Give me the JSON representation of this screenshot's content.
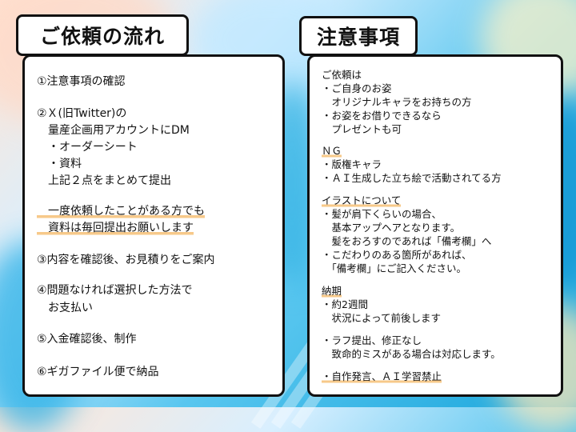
{
  "left": {
    "title": "ご依頼の流れ",
    "steps": [
      "①注意事項の確認",
      "②Ｘ(旧Twitter)の",
      "　量産企画用アカウントにDM",
      "　・オーダーシート",
      "　・資料",
      "　上記２点をまとめて提出",
      "　一度依頼したことがある方でも",
      "　資料は毎回提出お願いします",
      "③内容を確認後、お見積りをご案内",
      "④問題なければ選択した方法で",
      "　お支払い",
      "⑤入金確認後、制作",
      "⑥ギガファイル便で納品"
    ]
  },
  "right": {
    "title": "注意事項",
    "lines": [
      "ご依頼は",
      "・ご自身のお姿",
      "　オリジナルキャラをお持ちの方",
      "・お姿をお借りできるなら",
      "　プレゼントも可",
      "ＮＧ",
      "・版権キャラ",
      "・ＡＩ生成した立ち絵で活動されてる方",
      "イラストについて",
      "・髪が肩下くらいの場合、",
      "　基本アップヘアとなります。",
      "　髪をおろすのであれば「備考欄」へ",
      "・こだわりのある箇所があれば、",
      "　「備考欄」にご記入ください。",
      "納期",
      "・約2週間",
      "　状況によって前後します",
      "・ラフ提出、修正なし",
      "　致命的ミスがある場合は対応します。",
      "・自作発言、ＡＩ学習禁止"
    ]
  },
  "colors": {
    "highlight": "#f7c98a",
    "border": "#111111",
    "panel": "#ffffff"
  }
}
